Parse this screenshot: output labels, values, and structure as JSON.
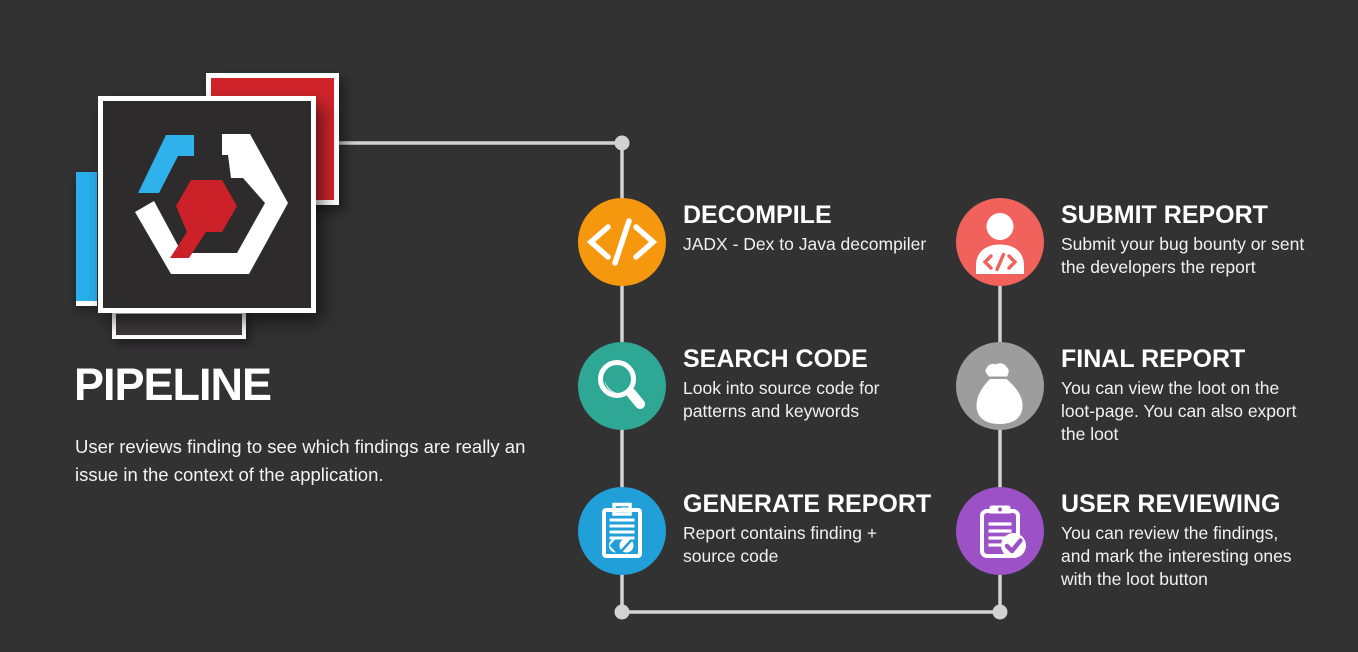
{
  "theme": {
    "background": "#333233",
    "text_primary": "#ffffff",
    "text_secondary": "#f1f1f1",
    "connector_color": "#d2d2d2"
  },
  "logo": {
    "colors": {
      "red_card": "#d0242b",
      "cyan_card": "#2aaeec",
      "main_card_bg": "#2d2b2c",
      "strip_bg": "#3b393a",
      "hex_white": "#ffffff",
      "hex_cyan": "#2fb2ec",
      "hex_red": "#cc2128"
    }
  },
  "intro": {
    "title": "PIPELINE",
    "description": "User reviews finding to see which findings are really an\nissue in the context of the application."
  },
  "steps": [
    {
      "id": "decompile",
      "title": "DECOMPILE",
      "body": "JADX - Dex to Java decompiler",
      "color": "#f6980e",
      "icon": "code-icon"
    },
    {
      "id": "search-code",
      "title": "SEARCH CODE",
      "body": "Look into source code for\npatterns and keywords",
      "color": "#2fa795",
      "icon": "magnifier-icon"
    },
    {
      "id": "generate-report",
      "title": "GENERATE REPORT",
      "body": "Report contains finding +\nsource code",
      "color": "#209fd9",
      "icon": "report-document-icon"
    },
    {
      "id": "submit-report",
      "title": "SUBMIT REPORT",
      "body": "Submit your bug bounty or sent\nthe developers the report",
      "color": "#f2625c",
      "icon": "developer-person-icon"
    },
    {
      "id": "final-report",
      "title": "FINAL REPORT",
      "body": "You can view the loot on the\nloot-page. You can also export\nthe loot",
      "color": "#9d9d9d",
      "icon": "loot-bag-icon"
    },
    {
      "id": "user-reviewing",
      "title": "USER REVIEWING",
      "body": "You can review the findings,\nand mark the interesting ones\nwith the loot button",
      "color": "#9c52c6",
      "icon": "clipboard-check-icon"
    }
  ]
}
